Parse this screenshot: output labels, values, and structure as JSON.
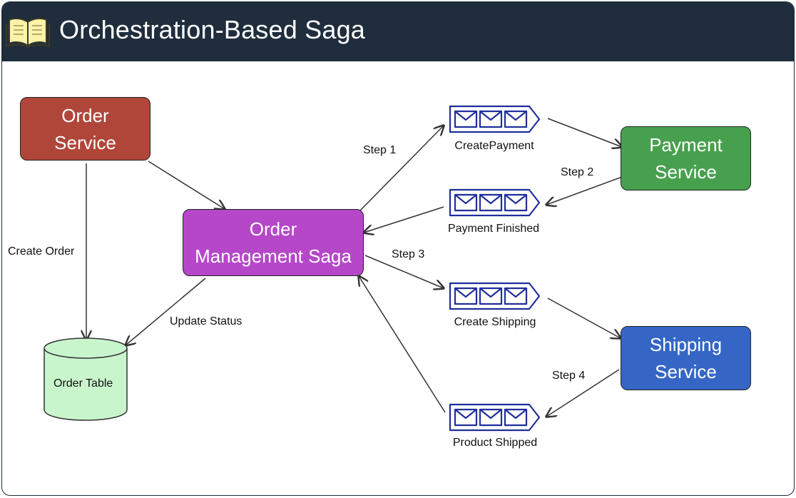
{
  "header": {
    "title": "Orchestration-Based Saga",
    "icon": "open-book-icon",
    "background": "#1f2d3d"
  },
  "nodes": {
    "order_service": {
      "line1": "Order",
      "line2": "Service",
      "color": "#b0463a"
    },
    "saga": {
      "line1": "Order",
      "line2": "Management Saga",
      "color": "#b547c8"
    },
    "payment_service": {
      "line1": "Payment",
      "line2": "Service",
      "color": "#47a04e"
    },
    "shipping_service": {
      "line1": "Shipping",
      "line2": "Service",
      "color": "#3566c6"
    },
    "order_table": {
      "label": "Order Table",
      "color": "#c9f5cc"
    }
  },
  "queues": {
    "create_payment": "CreatePayment",
    "payment_finished": "Payment Finished",
    "create_shipping": "Create Shipping",
    "product_shipped": "Product Shipped",
    "icon": "message-queue-icon",
    "color": "#1f2f9c"
  },
  "edge_labels": {
    "create_order": "Create Order",
    "update_status": "Update Status",
    "step1": "Step 1",
    "step2": "Step 2",
    "step3": "Step 3",
    "step4": "Step 4"
  }
}
